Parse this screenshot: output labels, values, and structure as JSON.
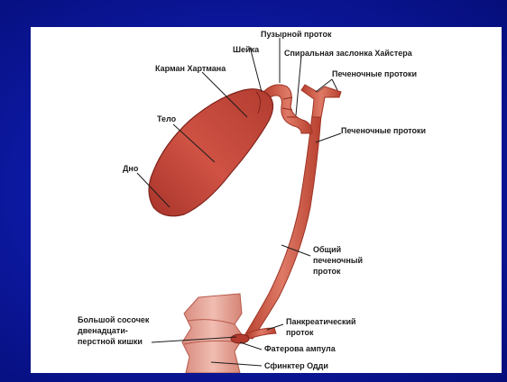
{
  "labels": {
    "cystic_duct": "Пузырной проток",
    "neck": "Шейка",
    "hartmann_pouch": "Карман Хартмана",
    "heister_valve": "Спиральная заслонка Хайстера",
    "hepatic_ducts_top": "Печеночные протоки",
    "hepatic_ducts_mid": "Печеночные протоки",
    "body": "Тело",
    "fundus": "Дно",
    "common_duct_1": "Общий",
    "common_duct_2": "печеночный",
    "common_duct_3": "проток",
    "papilla_1": "Большой сосочек",
    "papilla_2": "двенадцати-",
    "papilla_3": "перстной кишки",
    "pancreatic_1": "Панкреатический",
    "pancreatic_2": "проток",
    "vater": "Фатерова ампула",
    "oddi": "Сфинктер Одди"
  },
  "colors": {
    "background_blue": "#0d1aa6",
    "organ_red": "#c8473a",
    "organ_dark": "#8e2a22",
    "label_text": "#1c1c1c"
  }
}
